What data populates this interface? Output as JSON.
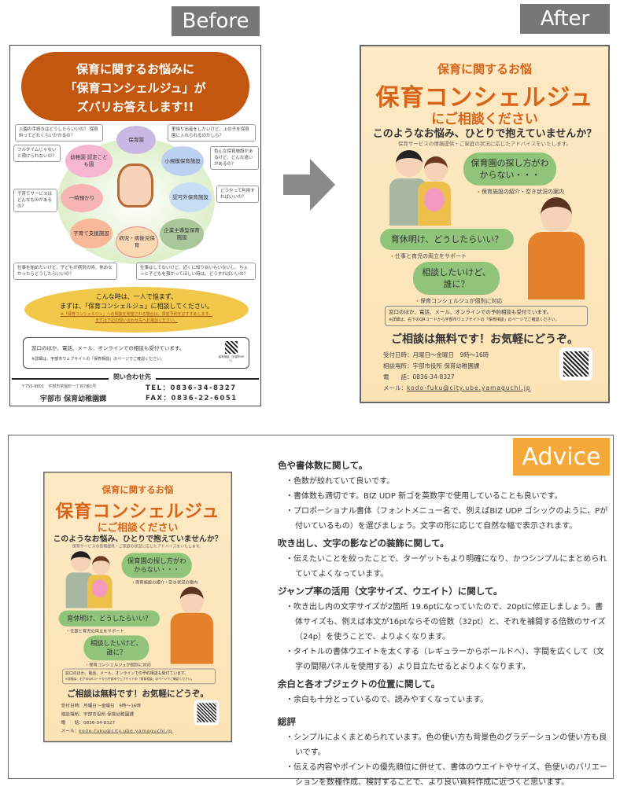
{
  "labels": {
    "before": "Before",
    "after": "After",
    "advice": "Advice"
  },
  "before": {
    "headline": [
      "保育に関するお悩みに",
      "「保育コンシェルジュ」が",
      "ズバリお答えします!!"
    ],
    "bubbles": [
      "保育園",
      "小規模保育施設",
      "認可外保育施設",
      "企業主導型保育施設",
      "病児・病後児保育",
      "子育て支援施設",
      "一時預かり",
      "幼稚園 認定こども園"
    ],
    "questions": [
      "入園の手続きはどうしたらいいの？ 保育料ってどれくらいかかるの？",
      "里帰り出産をしたいけど、上の子を保育園に入れられるのかしら？",
      "色んな保育施設があるけど、どんな違いがあるの？",
      "どうやって利用すればいいの？",
      "仕事はしてないけど、近くに知り合いもいないし、ちょっと子どもを預かってほしい時は、どうすればいいの？",
      "仕事を始めたいけど、子どもが病気の時、休めなかったらどうしたらいいの？",
      "子育てサービスはどんなものがあるの？",
      "フルタイムじゃないと預けられないの？"
    ],
    "ellipse": [
      "こんな時は、一人で悩まず、",
      "まずは、「保育コンシェルジュ」に相談してください。"
    ],
    "ellipse_note": [
      "※「保育コンシェルジュ」への相談を希望される場合は、事前予約をおすすめします。",
      "まずは下記の問い合わせ先へお電話ください。"
    ],
    "box_line": "窓口のほか、電話、メール、オンラインでの相談も受付ています。",
    "box_note": "※詳細は、宇部市ウェブサイトの「保育相談」のページでご確認ください。",
    "qr_caption": "保育相談（宇部市HPへ）",
    "contact_heading": "問い合わせ先",
    "address": "〒755-8601　宇部市常盤町一丁目7番1号",
    "dept": "宇部市 保育幼稚園課",
    "tel": "TEL：0836-34-8327",
    "fax": "FAX：0836-22-6051"
  },
  "after": {
    "t1": "保育に関するお悩",
    "t2": "保育コンシェルジュ",
    "t3": "にご相談ください",
    "t4": "このようなお悩み、ひとりで抱えていませんか？",
    "t5": "保育サービスの情報提供・ご家庭の状況に応じたアドバイスをいたします。",
    "q1": "保育園の探し方がわからない・・・",
    "s1": "保育施設の紹介・空き状況の案内",
    "q2": "育休明け、どうしたらいい？",
    "s2": "仕事と育児の両立をサポート",
    "q3": "相談したいけど、誰に？",
    "s3": "保育コンシェルジュが個別に対応",
    "box_line": "窓口のほか、電話、メール、オンラインでの予約相談も受付ています。",
    "box_note": "※詳細は、右下のQRコードから宇部市ウェブサイトの「保育相談」のページでご確認ください。",
    "free": "ご相談は無料です！お気軽にどうぞ。",
    "hours": "受付日時：月曜日～金曜日　9時～16時",
    "place": "相談場所：宇部市役所 保育幼稚園課",
    "phone": "電　　話：0836-34-8327",
    "mail_label": "メール：",
    "mail": "kodo-fuku@city.ube.yamaguchi.jp"
  },
  "advice": {
    "sections": [
      {
        "h": "色や書体数に関して。",
        "items": [
          "色数が絞れていて良いです。",
          "書体数も適切です。BIZ UDP 新ゴを英数字で使用していることも良いです。",
          "プロポーショナル書体（フォントメニュー名で、例えばBIZ UDP ゴシックのように、Pが付いているもの）を選びましょう。文字の形に応じて自然な幅で表示されます。"
        ]
      },
      {
        "h": "吹き出し、文字の影などの装飾に関して。",
        "items": [
          "伝えたいことを絞ったことで、ターゲットもより明確になり、かつシンプルにまとめられていてよくなっています。"
        ]
      },
      {
        "h": "ジャンプ率の活用（文字サイズ、ウエイト）に関して。",
        "items": [
          "吹き出し内の文字サイズが2箇所 19.6ptになっていたので、20ptに修正しましょう。書体サイズも、例えば本文が16ptならその倍数（32pt）と、それを補間する倍数のサイズ（24p）を使うことで、よりよくなります。",
          "タイトルの書体ウエイトを太くする（レギュラーからボールドへ）、字間を広くして（文字の間隔パネルを使用する）より目立たせるとよりよくなります。"
        ]
      },
      {
        "h": "余白と各オブジェクトの位置に関して。",
        "items": [
          "余白も十分とっているので、読みやすくなっています。"
        ]
      },
      {
        "h": "総評",
        "items": [
          "シンプルによくまとめられています。色の使い方も背景色のグラデーションの使い方も良いです。",
          "伝える内容やポイントの優先順位に併せて、書体のウエイトやサイズ、色使いのバリエーションを数種作成、検討することで、より良い資料作成に近づくと思います。"
        ]
      }
    ]
  },
  "colors": {
    "accent": "#d8641a",
    "bubble_green": "#8fc47a",
    "advice_tag": "#f5a93a",
    "poster_bg": "#fde9c4"
  }
}
